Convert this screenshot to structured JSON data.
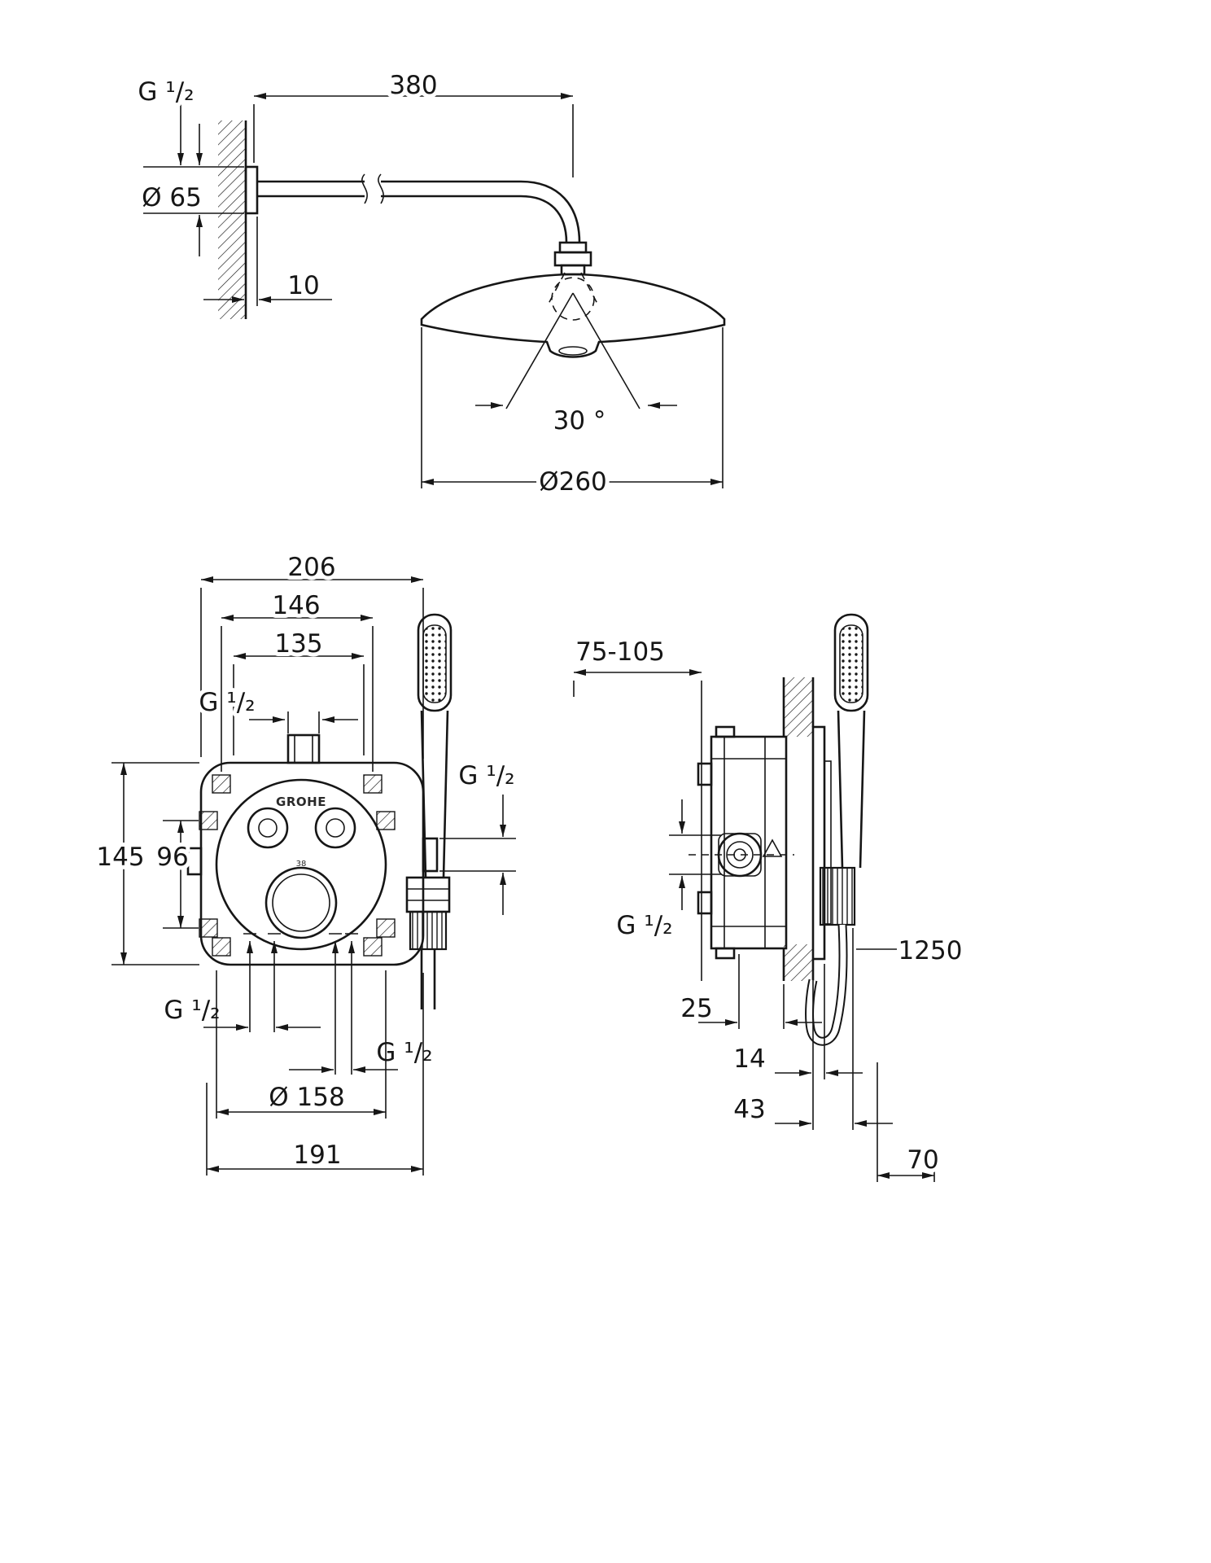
{
  "palette": {
    "ink": "#161616",
    "paper": "#ffffff"
  },
  "drawing": {
    "top_view": {
      "thread": "G ¹/₂",
      "arm_length": "380",
      "flange_diameter": "Ø 65",
      "wall_offset": "10",
      "spray_angle": "30 °",
      "head_diameter": "Ø260"
    },
    "front_view": {
      "width_overall": "206",
      "width_146": "146",
      "width_135": "135",
      "thread_top": "G ¹/₂",
      "brand": "GROHE",
      "temp_stop": "38",
      "thread_right": "G ¹/₂",
      "height_overall": "145",
      "height_96": "96",
      "thread_bottom_left": "G ¹/₂",
      "thread_bottom_right": "G ¹/₂",
      "rosette_diameter": "Ø 158",
      "width_191": "191"
    },
    "side_view": {
      "depth_range": "75-105",
      "thread": "G ¹/₂",
      "hose_length": "1250",
      "depth_25": "25",
      "depth_14": "14",
      "depth_43": "43",
      "width_70": "70"
    }
  }
}
